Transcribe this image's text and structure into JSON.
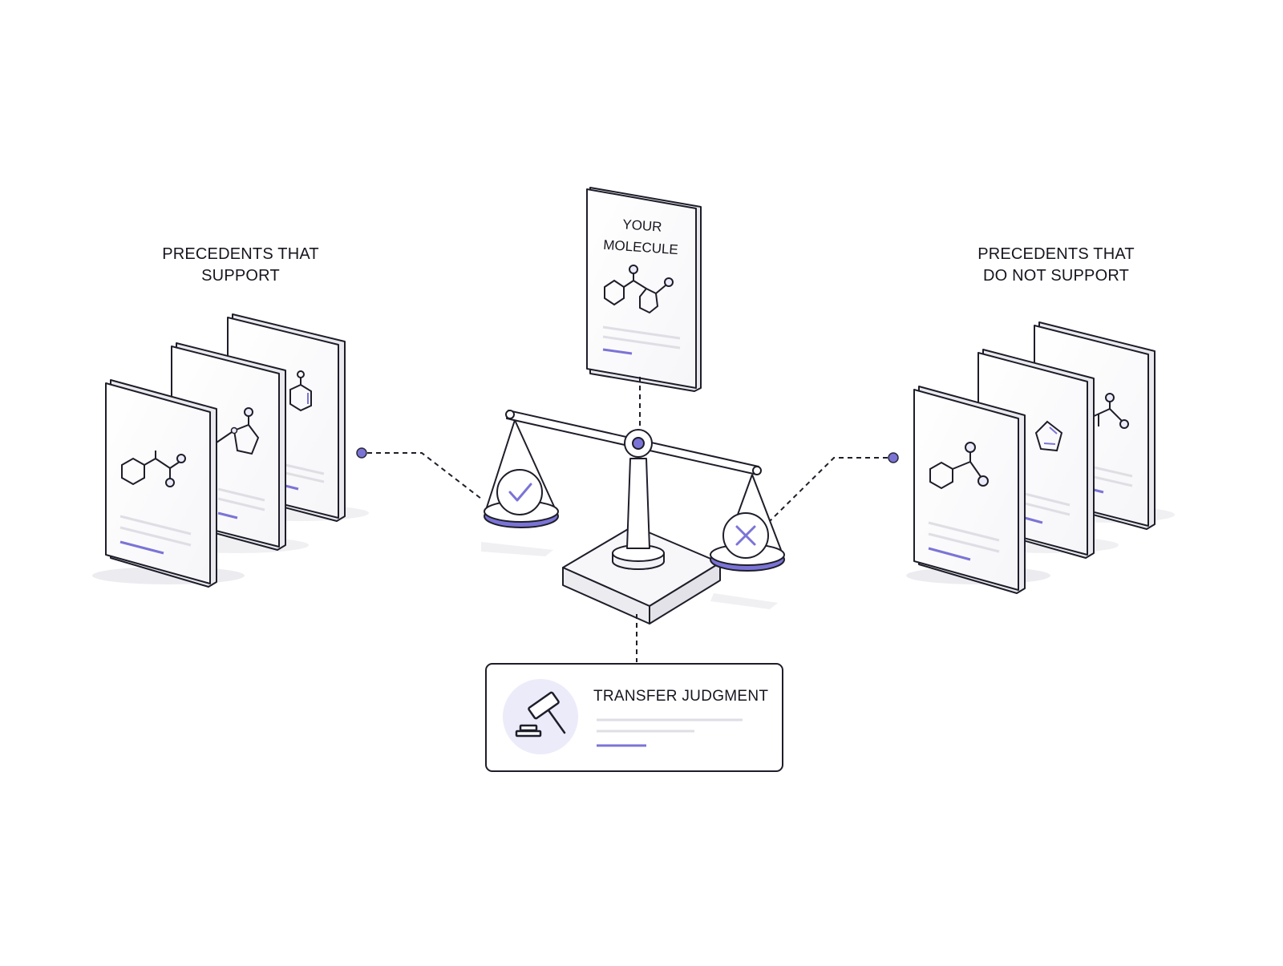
{
  "labels": {
    "support": [
      "PRECEDENTS THAT",
      "SUPPORT"
    ],
    "not_support": [
      "PRECEDENTS THAT",
      "DO NOT SUPPORT"
    ],
    "molecule": [
      "YOUR",
      "MOLECULE"
    ],
    "judgment": "TRANSFER JUDGMENT"
  },
  "icons": {
    "support_pan": "check-icon",
    "reject_pan": "x-icon",
    "judgment": "gavel-icon",
    "center": "balance-scale-icon"
  },
  "colors": {
    "accent": "#7b74d6",
    "accent_light": "#ecebfa",
    "stroke": "#1e1e2a",
    "muted_line": "#dedee4"
  }
}
